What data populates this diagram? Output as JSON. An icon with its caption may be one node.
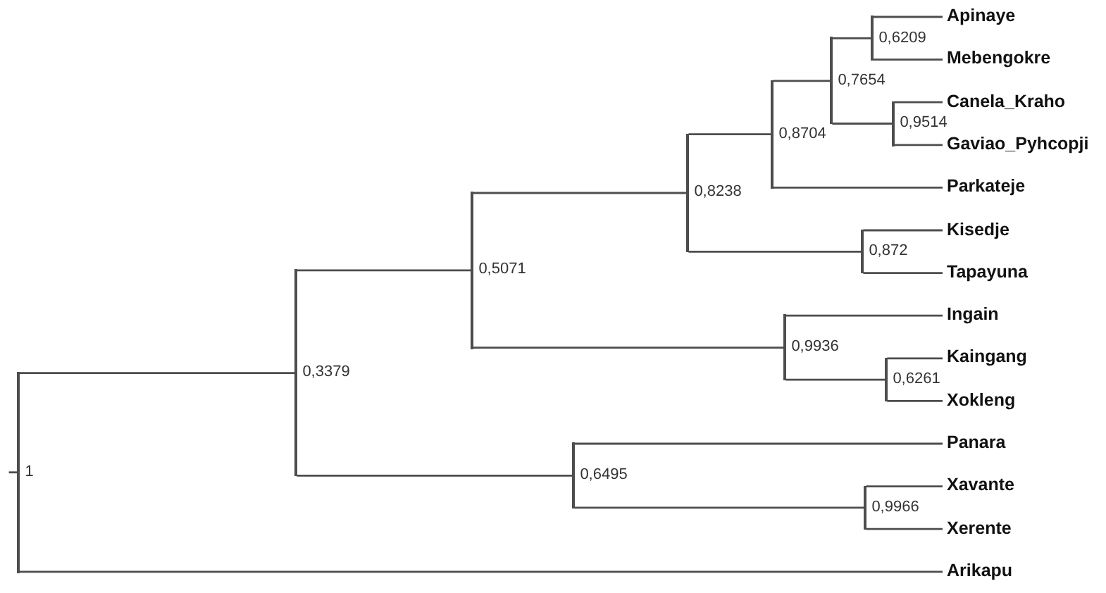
{
  "diagram": {
    "nodes": [
      {
        "text": [],
        "shape": "bar",
        "beside": [
          "1"
        ]
      },
      {
        "text": [],
        "shape": "bar",
        "beside": [
          "0,3379"
        ]
      },
      {
        "text": [],
        "shape": "bar",
        "beside": [
          "0,5071"
        ]
      },
      {
        "text": [],
        "shape": "bar",
        "beside": [
          "0,8238"
        ]
      },
      {
        "text": [],
        "shape": "bar",
        "beside": [
          "0,8704"
        ]
      },
      {
        "text": [],
        "shape": "bar",
        "beside": [
          "0,7654"
        ]
      },
      {
        "text": [],
        "shape": "bar",
        "beside": [
          "0,6209"
        ]
      },
      {
        "text": [
          "Apinaye"
        ]
      },
      {
        "text": [
          "Mebengokre"
        ]
      },
      {
        "text": [],
        "shape": "bar",
        "beside": [
          "0,9514"
        ]
      },
      {
        "text": [
          "Canela_Kraho"
        ]
      },
      {
        "text": [
          "Gaviao_Pyhcopji"
        ]
      },
      {
        "text": [
          "Parkateje"
        ]
      },
      {
        "text": [],
        "shape": "bar",
        "beside": [
          "0,872"
        ]
      },
      {
        "text": [
          "Kisedje"
        ]
      },
      {
        "text": [
          "Tapayuna"
        ]
      },
      {
        "text": [],
        "shape": "bar",
        "beside": [
          "0,9936"
        ]
      },
      {
        "text": [
          "Ingain"
        ]
      },
      {
        "text": [],
        "shape": "bar",
        "beside": [
          "0,6261"
        ]
      },
      {
        "text": [
          "Kaingang"
        ]
      },
      {
        "text": [
          "Xokleng"
        ]
      },
      {
        "text": [],
        "shape": "bar",
        "beside": [
          "0,6495"
        ]
      },
      {
        "text": [
          "Panara"
        ]
      },
      {
        "text": [],
        "shape": "bar",
        "beside": [
          "0,9966"
        ]
      },
      {
        "text": [
          "Xavante"
        ]
      },
      {
        "text": [
          "Xerente"
        ]
      },
      {
        "text": [
          "Arikapu"
        ]
      }
    ],
    "edges": [
      {
        "from": null,
        "to": 0,
        "arrow": "none"
      },
      {
        "from": 0,
        "to": 1,
        "arrow": "none"
      },
      {
        "from": 1,
        "to": 2,
        "arrow": "none"
      },
      {
        "from": 2,
        "to": 3,
        "arrow": "none"
      },
      {
        "from": 3,
        "to": 4,
        "arrow": "none"
      },
      {
        "from": 4,
        "to": 5,
        "arrow": "none"
      },
      {
        "from": 5,
        "to": 6,
        "arrow": "none"
      },
      {
        "from": 6,
        "to": 7,
        "arrow": "none"
      },
      {
        "from": 6,
        "to": 8,
        "arrow": "none"
      },
      {
        "from": 5,
        "to": 9,
        "arrow": "none"
      },
      {
        "from": 9,
        "to": 10,
        "arrow": "none"
      },
      {
        "from": 9,
        "to": 11,
        "arrow": "none"
      },
      {
        "from": 4,
        "to": 12,
        "arrow": "none"
      },
      {
        "from": 3,
        "to": 13,
        "arrow": "none"
      },
      {
        "from": 13,
        "to": 14,
        "arrow": "none"
      },
      {
        "from": 13,
        "to": 15,
        "arrow": "none"
      },
      {
        "from": 2,
        "to": 16,
        "arrow": "none"
      },
      {
        "from": 16,
        "to": 17,
        "arrow": "none"
      },
      {
        "from": 16,
        "to": 18,
        "arrow": "none"
      },
      {
        "from": 18,
        "to": 19,
        "arrow": "none"
      },
      {
        "from": 18,
        "to": 20,
        "arrow": "none"
      },
      {
        "from": 1,
        "to": 21,
        "arrow": "none"
      },
      {
        "from": 21,
        "to": 22,
        "arrow": "none"
      },
      {
        "from": 21,
        "to": 23,
        "arrow": "none"
      },
      {
        "from": 23,
        "to": 24,
        "arrow": "none"
      },
      {
        "from": 23,
        "to": 25,
        "arrow": "none"
      },
      {
        "from": 0,
        "to": 26,
        "arrow": "none"
      }
    ]
  }
}
